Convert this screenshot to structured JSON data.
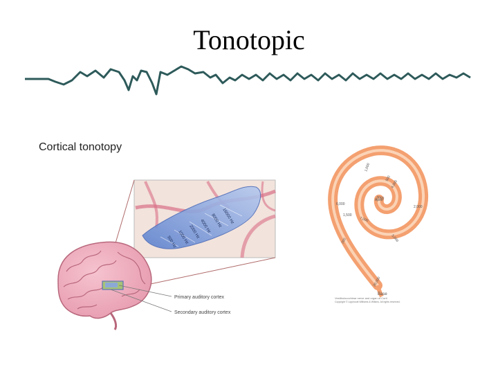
{
  "slide": {
    "title": "Tonotopic"
  },
  "figure": {
    "caption": "Cortical tonotopy",
    "cortex_frequencies": [
      "16000 Hz",
      "8000 Hz",
      "4000 Hz",
      "2000 Hz",
      "1000 Hz",
      "500 Hz"
    ],
    "brain_labels": {
      "primary": "Primary auditory cortex",
      "secondary": "Secondary auditory cortex"
    },
    "cochlea_frequencies": [
      "1,000",
      "500",
      "4,000",
      "3000",
      "6,000",
      "2,000",
      "7,000",
      "1,500",
      "5,000",
      "20,000",
      "200"
    ],
    "cochlea_apex": "Apex",
    "cochlea_base": "Base",
    "credit_line1": "Vestibulocochlear nerve and organ of Corti",
    "credit_line2": "Copyright © Lippincott Williams & Wilkins. All rights reserved."
  },
  "colors": {
    "cochlea": "#f4a070",
    "cortex_band": "#8aa6e0",
    "brain": "#f0a6b6",
    "waveform": "#2e5a5a"
  }
}
